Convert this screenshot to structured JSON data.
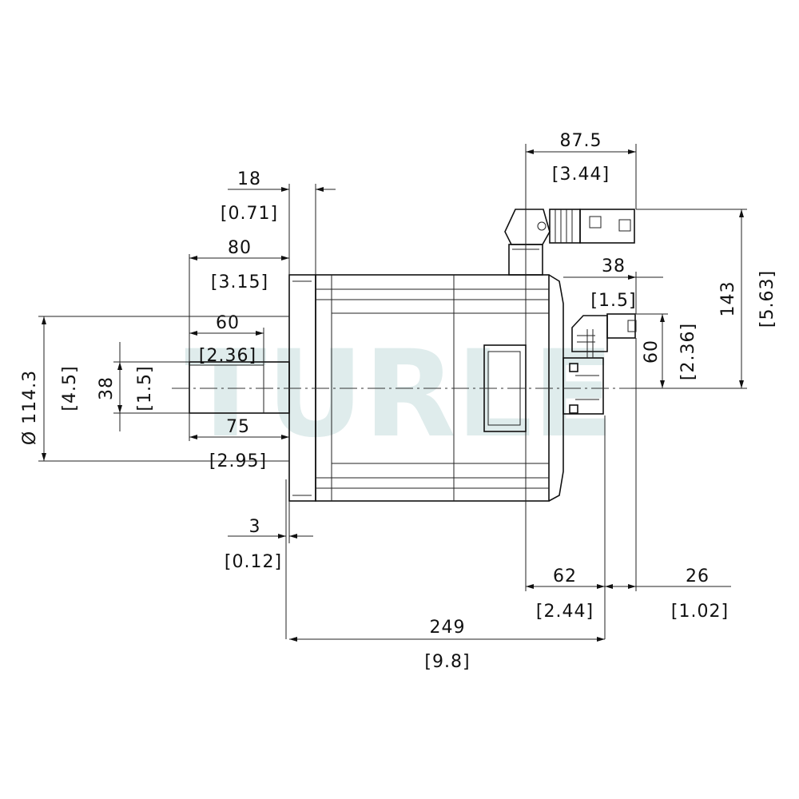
{
  "watermark": "TURLE",
  "dimensions": {
    "connector_width": {
      "mm": "87.5",
      "inch": "[3.44]"
    },
    "flange_thickness": {
      "mm": "18",
      "inch": "[0.71]"
    },
    "shaft_total_length": {
      "mm": "80",
      "inch": "[3.15]"
    },
    "shaft_key_length": {
      "mm": "60",
      "inch": "[2.36]"
    },
    "shaft_diameter": {
      "mm": "38",
      "inch": "[1.5]"
    },
    "pilot_diameter": {
      "mm": "Ø 114.3",
      "inch": "[4.5]"
    },
    "shaft_length_75": {
      "mm": "75",
      "inch": "[2.95]"
    },
    "pilot_depth": {
      "mm": "3",
      "inch": "[0.12]"
    },
    "encoder_connector_width": {
      "mm": "38",
      "inch": "[1.5]"
    },
    "encoder_connector_height": {
      "mm": "60",
      "inch": "[2.36]"
    },
    "connector_height": {
      "mm": "143",
      "inch": "[5.63]"
    },
    "power_connector_position": {
      "mm": "62",
      "inch": "[2.44]"
    },
    "encoder_connector_offset": {
      "mm": "26",
      "inch": "[1.02]"
    },
    "overall_length": {
      "mm": "249",
      "inch": "[9.8]"
    }
  }
}
